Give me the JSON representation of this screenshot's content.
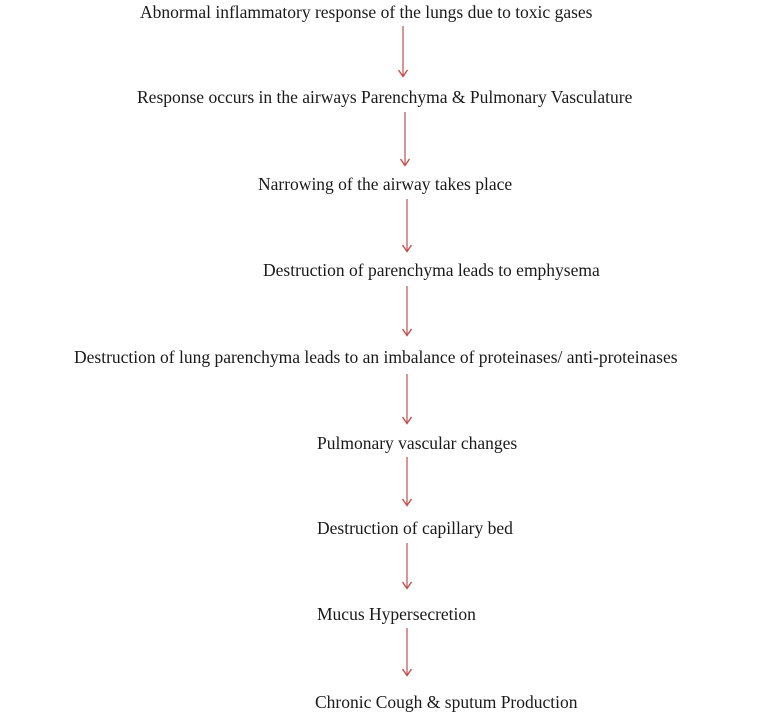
{
  "colors": {
    "background": "#ffffff",
    "text": "#1a1a1a",
    "arrow": "#C0504D"
  },
  "flowchart": {
    "type": "vertical-flow",
    "connector": "red-down-arrow",
    "steps": [
      {
        "label": "Abnormal inflammatory response of the lungs due to toxic gases"
      },
      {
        "label": "Response occurs in the airways Parenchyma & Pulmonary Vasculature"
      },
      {
        "label": "Narrowing of the airway takes place"
      },
      {
        "label": "Destruction of parenchyma leads to emphysema"
      },
      {
        "label": "Destruction of lung parenchyma leads to an imbalance of proteinases/ anti-proteinases"
      },
      {
        "label": "Pulmonary vascular changes"
      },
      {
        "label": "Destruction of capillary bed"
      },
      {
        "label": "Mucus Hypersecretion"
      },
      {
        "label": "Chronic Cough & sputum Production"
      }
    ]
  }
}
